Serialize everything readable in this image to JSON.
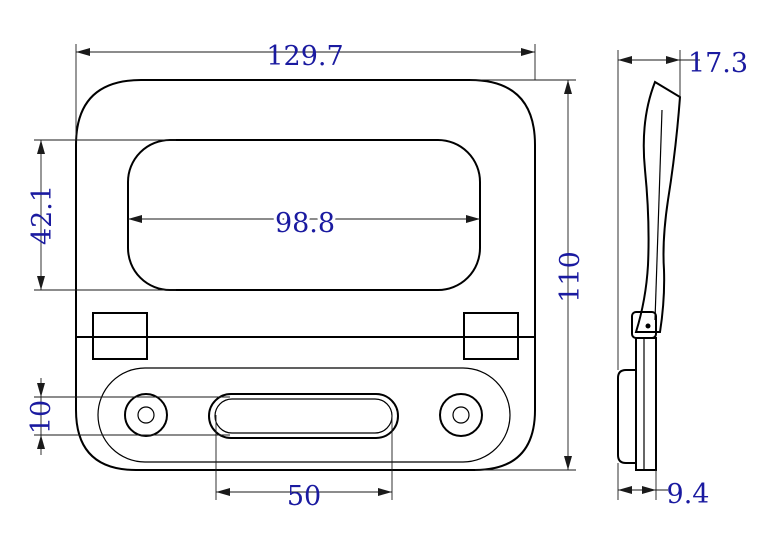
{
  "drawing": {
    "colors": {
      "dimension_text": "#1a1aa0",
      "outline": "#000000",
      "background": "#ffffff"
    },
    "dimensions": {
      "overall_width": "129.7",
      "opening_height": "42.1",
      "opening_width": "98.8",
      "overall_height": "110",
      "slot_height": "10",
      "slot_width": "50",
      "side_top_width": "17.3",
      "side_bottom_width": "9.4"
    }
  }
}
